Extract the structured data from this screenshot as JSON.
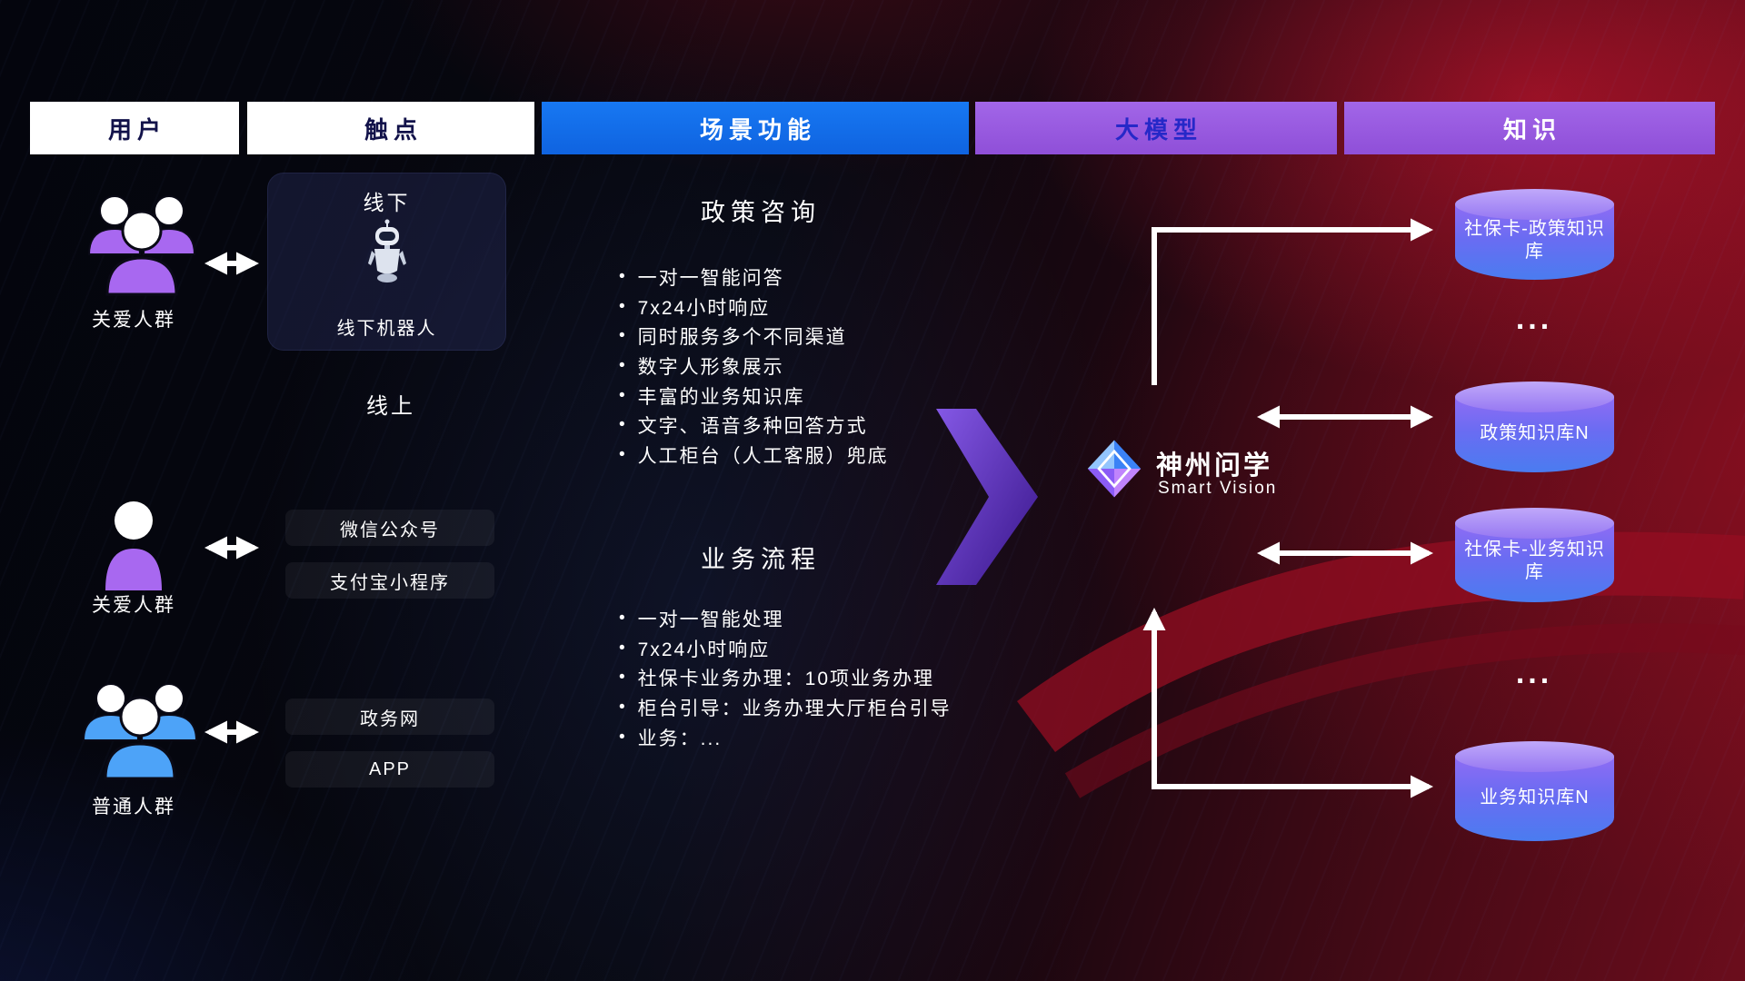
{
  "header": {
    "col_user": "用户",
    "col_touchpoint": "触点",
    "col_scenario": "场景功能",
    "col_model": "大模型",
    "col_knowledge": "知识"
  },
  "users": {
    "group1_label": "关爱人群",
    "group2_label": "关爱人群",
    "group3_label": "普通人群"
  },
  "touchpoints": {
    "offline_title": "线下",
    "offline_robot": "线下机器人",
    "online_title": "线上",
    "channel1": "微信公众号",
    "channel2": "支付宝小程序",
    "channel3": "政务网",
    "channel4": "APP"
  },
  "scenario1": {
    "title": "政策咨询",
    "items": [
      "一对一智能问答",
      "7x24小时响应",
      "同时服务多个不同渠道",
      "数字人形象展示",
      "丰富的业务知识库",
      "文字、语音多种回答方式",
      "人工柜台（人工客服）兜底"
    ]
  },
  "scenario2": {
    "title": "业务流程",
    "items": [
      "一对一智能处理",
      "7x24小时响应",
      "社保卡业务办理：10项业务办理",
      "柜台引导：业务办理大厅柜台引导",
      "业务：..."
    ]
  },
  "model": {
    "name": "神州问学",
    "subtitle": "Smart Vision"
  },
  "knowledge": {
    "db1": "社保卡-政策知识库",
    "ellipsis1": "...",
    "db2": "政策知识库N",
    "db3": "社保卡-业务知识库",
    "ellipsis2": "...",
    "db4": "业务知识库N"
  },
  "bullet": "•",
  "colors": {
    "scenario_header_bg": "#1473f0",
    "model_header_bg": "#9a5be0",
    "cylinder_top": "#b39df8",
    "cylinder_bottom": "#4a7cf0",
    "arrow_purple": "#6d3df0",
    "user_purple": "#a868f0",
    "user_blue": "#4da3f8"
  }
}
